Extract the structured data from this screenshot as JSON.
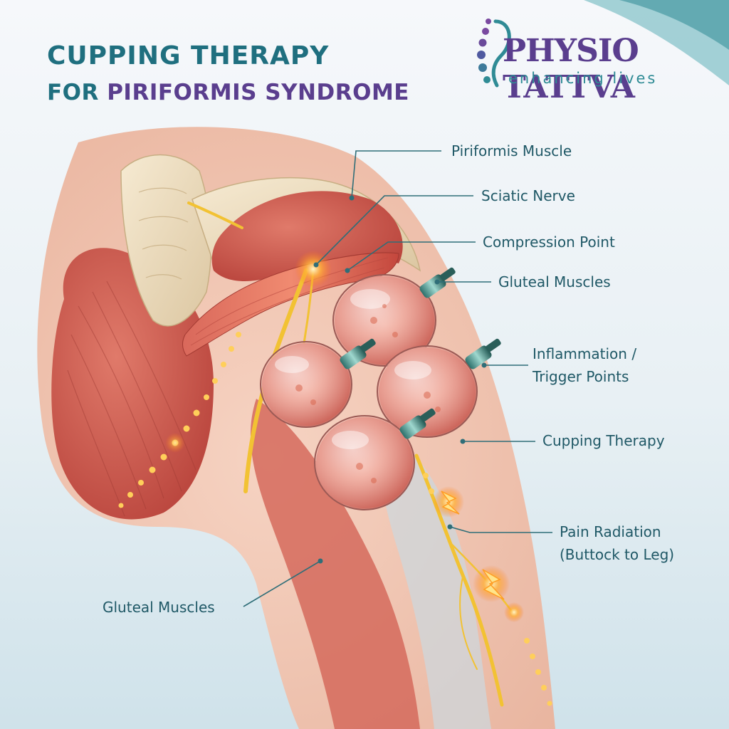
{
  "title": {
    "line1": "CUPPING THERAPY",
    "line2_prefix": "FOR",
    "line2_main": "PIRIFORMIS SYNDROME"
  },
  "logo": {
    "name": "PHYSIO TATTVA",
    "tagline": "enhancing lives"
  },
  "labels": {
    "piriformis_muscle": "Piriformis Muscle",
    "sciatic_nerve": "Sciatic Nerve",
    "compression_point": "Compression Point",
    "gluteal_muscles_right": "Gluteal Muscles",
    "inflammation_line1": "Inflammation /",
    "inflammation_line2": "Trigger Points",
    "cupping_therapy": "Cupping Therapy",
    "pain_radiation_line1": "Pain Radiation",
    "pain_radiation_line2": "(Buttock to Leg)",
    "gluteal_muscles_left": "Gluteal Muscles"
  },
  "colors": {
    "teal": "#1f6f7f",
    "purple": "#5a3e8e",
    "label_text": "#1f5866",
    "leader_line": "#2f6e78",
    "muscle": "#c9524a",
    "nerve": "#f2c233",
    "skin": "#f3c7b3"
  },
  "icons": [
    "logo-spine-icon",
    "cup-icon",
    "nerve-icon",
    "pain-spark-icon"
  ]
}
